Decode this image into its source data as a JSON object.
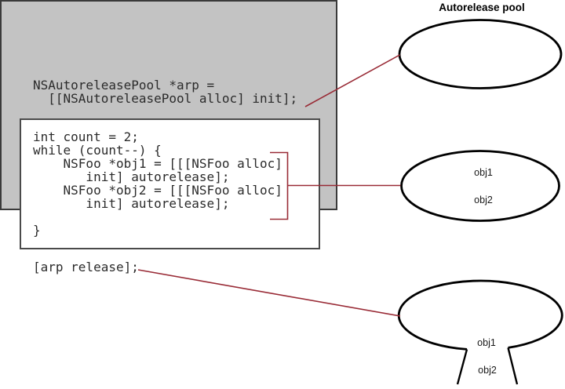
{
  "title": "Autorelease pool",
  "colors": {
    "panel_gray": "#c3c3c3",
    "connector_red": "#992b36",
    "outline_black": "#000000"
  },
  "code": {
    "declaration_lines": [
      "NSAutoreleasePool *arp =",
      "  [[NSAutoreleasePool alloc] init];"
    ],
    "loop_lines": [
      "int count = 2;",
      "while (count--) {",
      "    NSFoo *obj1 = [[[NSFoo alloc]",
      "       init] autorelease];",
      "    NSFoo *obj2 = [[[NSFoo alloc]",
      "       init] autorelease];",
      "",
      "}"
    ],
    "release_line": "[arp release];"
  },
  "pools": {
    "top": {
      "contents": []
    },
    "middle": {
      "contents": [
        "obj1",
        "obj2"
      ]
    },
    "bottom": {
      "contents": [
        "obj1",
        "obj2"
      ]
    }
  }
}
